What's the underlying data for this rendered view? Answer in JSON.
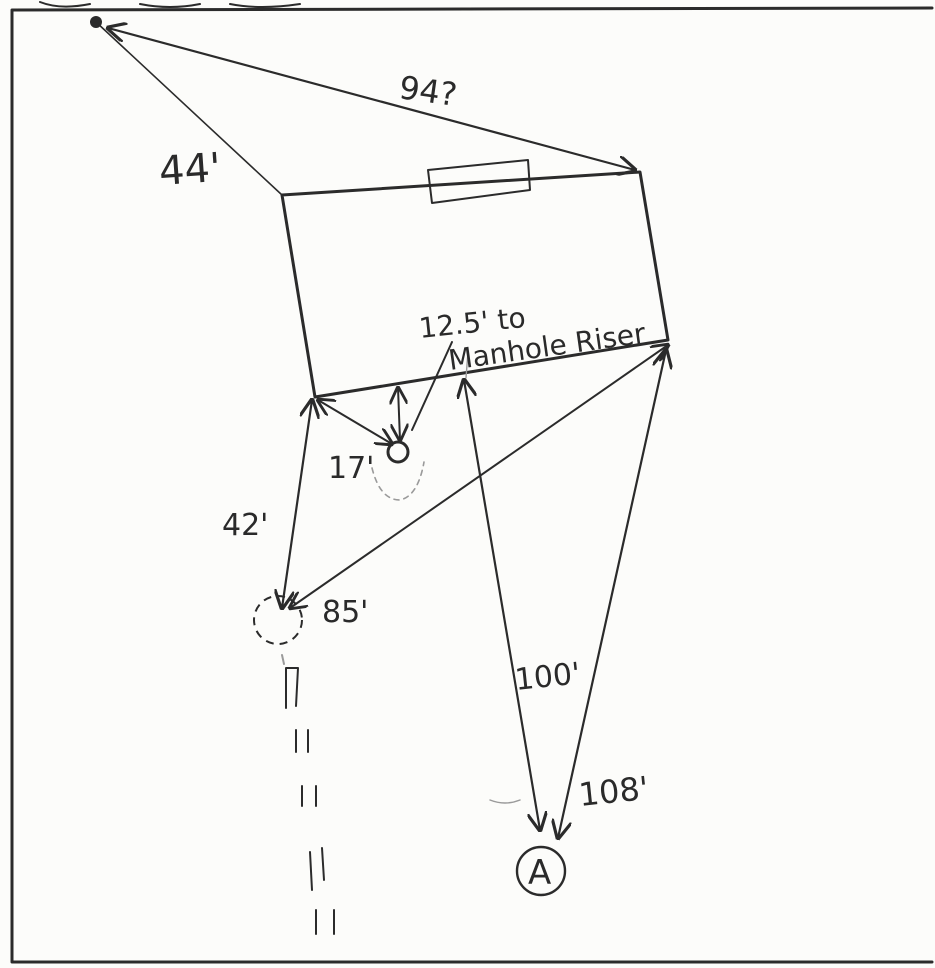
{
  "drawing": {
    "labels": {
      "north_left_dist": "44'",
      "north_right_dist": "94?",
      "manhole_note_line1": "12.5' to",
      "manhole_note_line2": "Manhole Riser",
      "tank_to_manhole_dist": "17'",
      "corner_to_well_dist": "42'",
      "diag_to_well_dist": "85'",
      "to_point_a_left": "100'",
      "to_point_a_right": "108'",
      "point_a": "A"
    },
    "colors": {
      "ink": "#2b2b2b",
      "faint": "#9a9a9a",
      "paper": "#fcfcfa"
    }
  }
}
